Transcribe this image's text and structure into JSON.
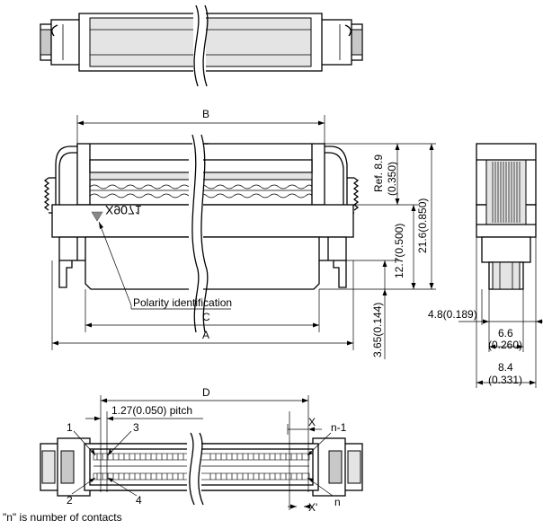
{
  "labels": {
    "dim_b": "B",
    "dim_c": "C",
    "dim_a": "A",
    "dim_d": "D",
    "ref_height": "Ref. 8.9",
    "ref_height_in": "(0.350)",
    "height_mid": "12.7(0.500)",
    "height_total": "21.6(0.850)",
    "height_low": "3.65(0.144)",
    "width_side": "4.8(0.189)",
    "width_inner": "6.6",
    "width_inner_in": "(0.260)",
    "width_outer": "8.4",
    "width_outer_in": "(0.331)",
    "pitch": "1.27(0.050) pitch",
    "polarity": "Polarity identification",
    "part_mark": "X9071",
    "pin_1": "1",
    "pin_2": "2",
    "pin_3": "3",
    "pin_4": "4",
    "pin_n": "n",
    "pin_n_minus_1": "n-1",
    "dim_x": "X",
    "dim_x_prime": "X'",
    "footnote": "\"n\" is number of contacts"
  }
}
